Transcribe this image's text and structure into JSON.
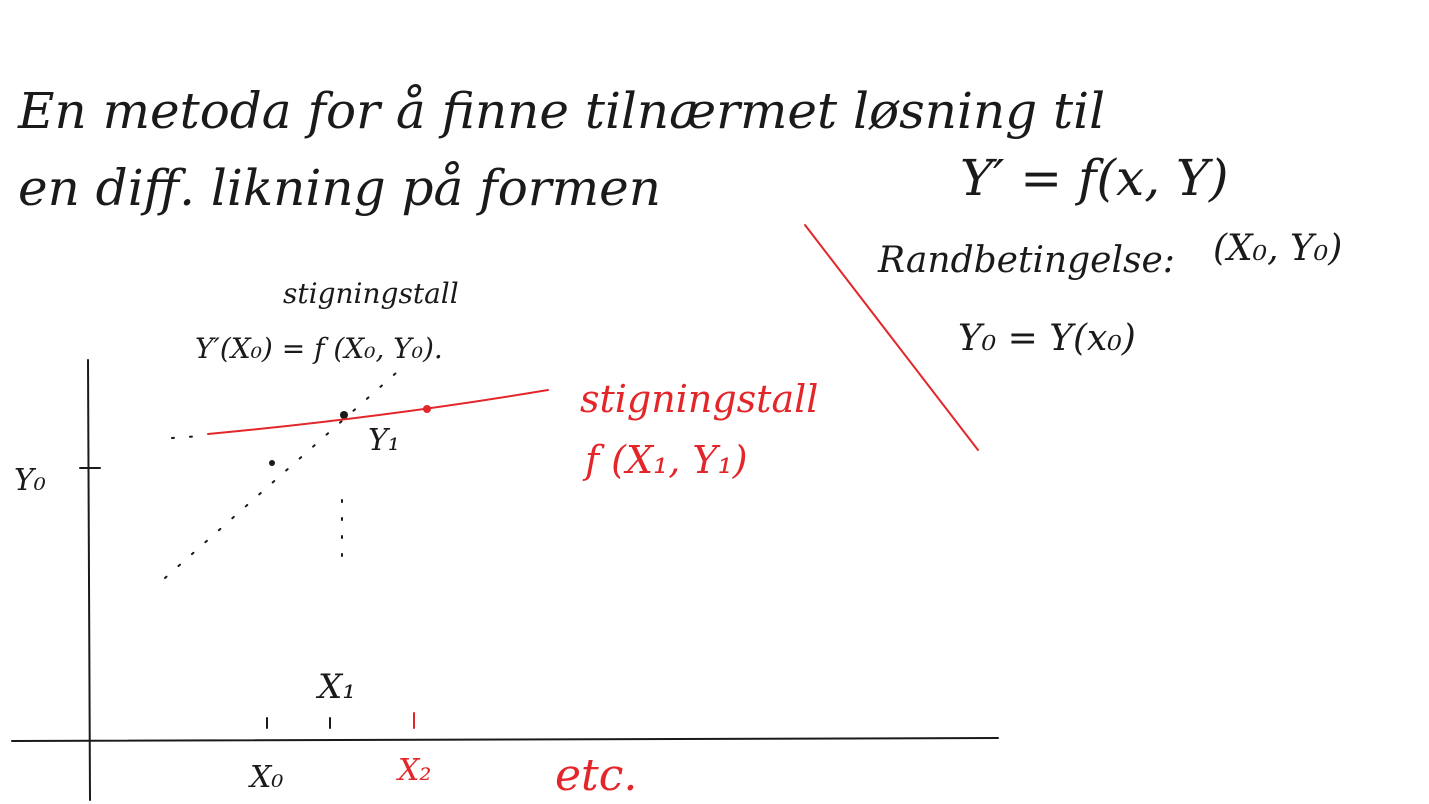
{
  "heading": {
    "line1": "En metoda for å finne tilnærmet løsning til",
    "line2": "en diff. likning på formen",
    "equation": "Y′ = f(x, Y)"
  },
  "boundary": {
    "label": "Randbetingelse:",
    "point": "(X₀, Y₀)",
    "equation": "Y₀ = Y(x₀)"
  },
  "slope0": {
    "label": "stigningstall",
    "expr": "Y′(X₀) = f (X₀, Y₀)."
  },
  "slope1": {
    "label": "stigningstall",
    "expr": "f (X₁, Y₁)"
  },
  "axes": {
    "y0_label": "Y₀",
    "y1_label": "Y₁",
    "x0_label": "X₀",
    "x1_label": "X₁",
    "x2_label": "X₂",
    "etc_label": "etc."
  },
  "colors": {
    "ink": "#1a1a1a",
    "red": "#e3262a"
  }
}
